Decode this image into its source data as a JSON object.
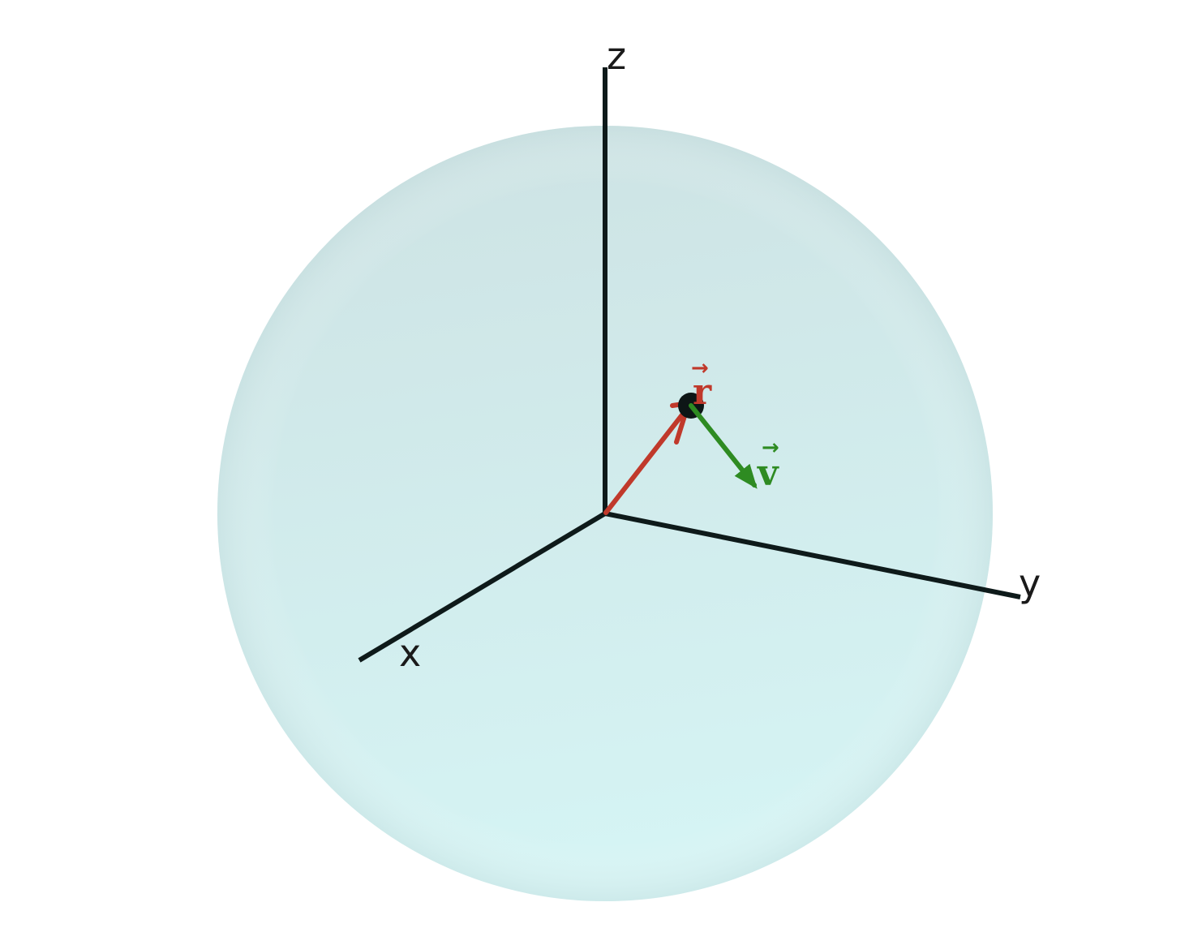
{
  "diagram": {
    "axes": {
      "x_label": "x",
      "y_label": "y",
      "z_label": "z",
      "color": "#0e1a1a"
    },
    "vectors": {
      "r_label": "r",
      "r_color": "#c0392b",
      "v_label": "v",
      "v_color": "#2e8b22",
      "arrow_mark": "→"
    },
    "sphere": {
      "color_top": "#cde2e3",
      "color_bottom": "#d5f4f4"
    },
    "particle": {
      "color": "#0d1616"
    }
  }
}
